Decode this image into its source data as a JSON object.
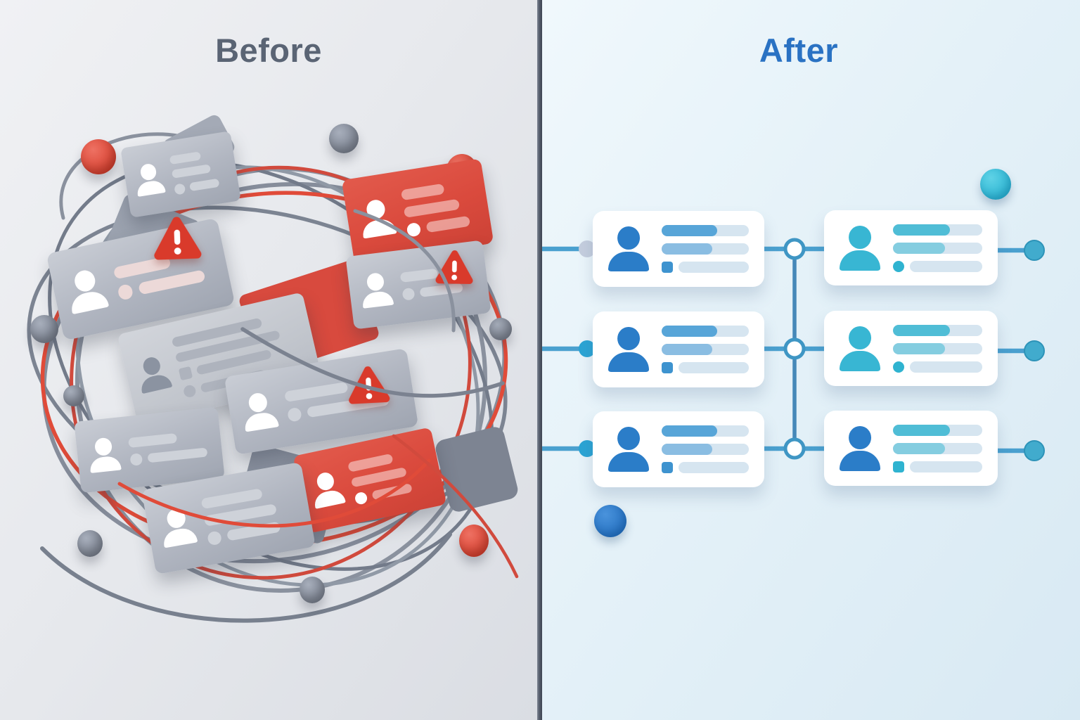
{
  "before": {
    "title": "Before",
    "title_color": "#5a6474",
    "description": "tangled pile of contact cards with errors",
    "theme": {
      "background_from": "#f0f1f4",
      "background_to": "#dadde3",
      "card_gray": "#b0b5c0",
      "card_red": "#da4a3d",
      "wire_gray": "#848b99",
      "wire_red": "#e04b39",
      "warning_red": "#d93a2b",
      "person_icon_white": "#ffffff",
      "person_icon_gray": "#8b93a1",
      "sphere_red": "#d7402f",
      "sphere_gray": "#7b8290"
    },
    "cards": [
      {
        "id": "card-1",
        "variant": "gray",
        "person_icon": "white",
        "warning": false
      },
      {
        "id": "card-2",
        "variant": "red",
        "person_icon": "white",
        "warning": false
      },
      {
        "id": "card-3",
        "variant": "gray",
        "person_icon": "white",
        "warning": true
      },
      {
        "id": "card-4",
        "variant": "gray",
        "person_icon": "white",
        "warning": true
      },
      {
        "id": "card-5",
        "variant": "gray",
        "person_icon": "gray",
        "warning": false
      },
      {
        "id": "card-6",
        "variant": "gray",
        "person_icon": "white",
        "warning": true
      },
      {
        "id": "card-7",
        "variant": "red",
        "person_icon": "white",
        "warning": false
      },
      {
        "id": "card-8",
        "variant": "gray",
        "person_icon": "white",
        "warning": false
      },
      {
        "id": "card-9",
        "variant": "gray",
        "person_icon": "white",
        "warning": false
      }
    ],
    "warning_count": 3,
    "sphere_colors": [
      "red",
      "gray",
      "red",
      "gray",
      "gray",
      "gray",
      "gray",
      "gray",
      "red"
    ]
  },
  "after": {
    "title": "After",
    "title_color": "#2a72c3",
    "description": "organized grid of contact cards linked by a connector tree",
    "theme": {
      "background_from": "#f0f8fc",
      "background_to": "#d8e9f3",
      "card_bg": "#ffffff",
      "connector": "#4aa0cf",
      "connector_vertical": "#4688b8",
      "junction_node_fill": "#ffffff",
      "junction_node_ring": "#3f96c4",
      "endpoint_teal": "#41abcd",
      "endpoint_pale": "#c5cede",
      "person_icon_blue": "#2b7dc8",
      "person_icon_teal": "#38b6d3",
      "bar_light": "#d6e5f0",
      "bar_blue": "#57a5d8",
      "bar_teal": "#4fbdd6",
      "dot_cyan": "#2ab4d2",
      "dot_blue": "#2470c0"
    },
    "grid": {
      "rows": 3,
      "columns": 2
    },
    "cards": [
      {
        "id": "contact-1",
        "row": 1,
        "column": 1,
        "person_icon": "blue"
      },
      {
        "id": "contact-2",
        "row": 1,
        "column": 2,
        "person_icon": "teal"
      },
      {
        "id": "contact-3",
        "row": 2,
        "column": 1,
        "person_icon": "blue"
      },
      {
        "id": "contact-4",
        "row": 2,
        "column": 2,
        "person_icon": "teal"
      },
      {
        "id": "contact-5",
        "row": 3,
        "column": 1,
        "person_icon": "blue"
      },
      {
        "id": "contact-6",
        "row": 3,
        "column": 2,
        "person_icon": "blue"
      }
    ]
  }
}
